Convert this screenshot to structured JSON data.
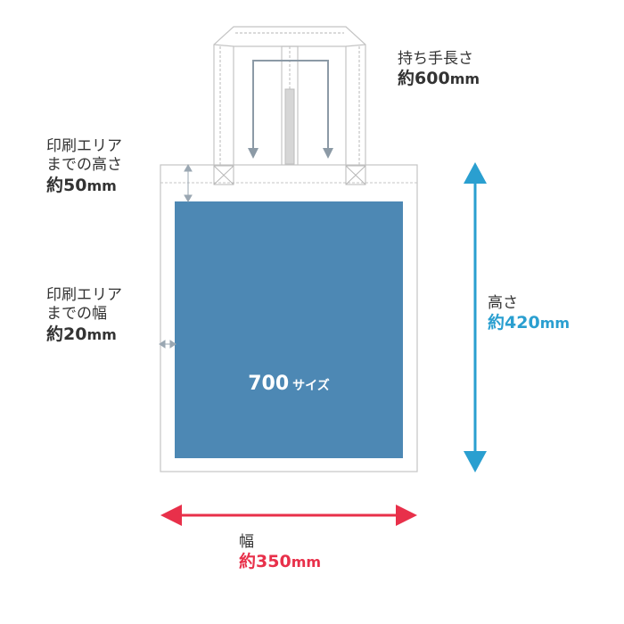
{
  "labels": {
    "handle_length": {
      "title": "持ち手長さ",
      "prefix": "約",
      "value": "600",
      "unit": "mm"
    },
    "print_height": {
      "title_line1": "印刷エリア",
      "title_line2": "までの高さ",
      "prefix": "約",
      "value": "50",
      "unit": "mm"
    },
    "print_width": {
      "title_line1": "印刷エリア",
      "title_line2": "までの幅",
      "prefix": "約",
      "value": "20",
      "unit": "mm"
    },
    "height": {
      "title": "高さ",
      "prefix": "約",
      "value": "420",
      "unit": "mm",
      "color": "#2a9fd0"
    },
    "width": {
      "title": "幅",
      "prefix": "約",
      "value": "350",
      "unit": "mm",
      "color": "#e8304a"
    },
    "print_area": {
      "number": "700",
      "suffix": "サイズ"
    }
  },
  "colors": {
    "print_area": "#4d88b4",
    "outline": "#c4c4c4",
    "guide_arrow": "#8c9aa6",
    "height_arrow": "#2a9fd0",
    "width_arrow": "#e8304a",
    "text": "#333333"
  }
}
